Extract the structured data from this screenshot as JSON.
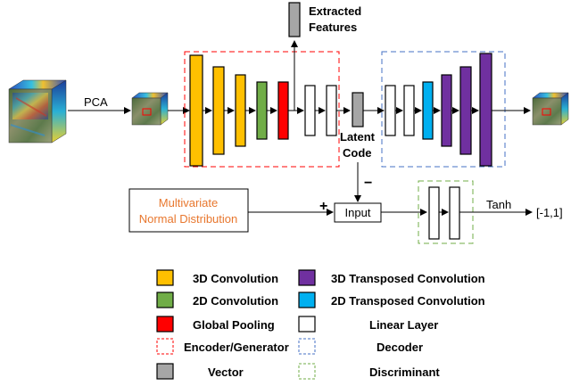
{
  "colors": {
    "conv3d": "#ffc000",
    "conv2d": "#70ad47",
    "global_pool": "#ff0000",
    "tconv3d": "#7030a0",
    "tconv2d": "#00b0f0",
    "linear": "#ffffff",
    "vector": "#a6a6a6",
    "encoder_border": "#ff0000",
    "decoder_border": "#4472c4",
    "discriminant_border": "#70ad47",
    "orange_text": "#e8772e"
  },
  "diagram": {
    "pca_label": "PCA",
    "extracted_line1": "Extracted",
    "extracted_line2": "Features",
    "latent_line1": "Latent",
    "latent_line2": "Code",
    "minus_sign": "−",
    "plus_sign": "+",
    "distribution_line1": "Multivariate",
    "distribution_line2": "Normal Distribution",
    "input_label": "Input",
    "tanh_label": "Tanh",
    "range_label": "[-1,1]"
  },
  "legend": {
    "conv3d": "3D Convolution",
    "conv2d": "2D Convolution",
    "global_pool": "Global Pooling",
    "encoder": "Encoder/Generator",
    "vector": "Vector",
    "tconv3d": "3D Transposed Convolution",
    "tconv2d": "2D Transposed Convolution",
    "linear": "Linear Layer",
    "decoder": "Decoder",
    "discriminant": "Discriminant"
  }
}
